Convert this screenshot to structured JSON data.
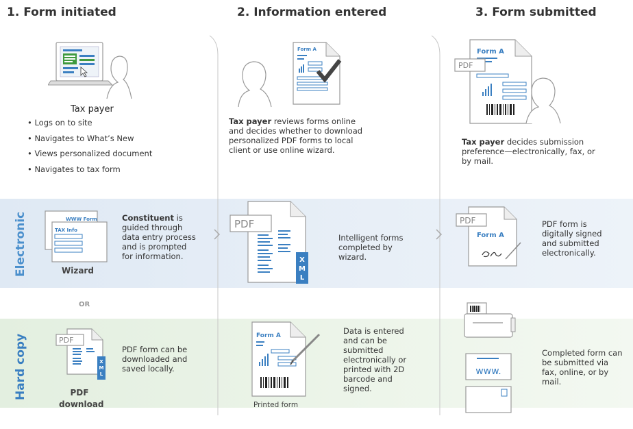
{
  "columns": [
    {
      "title": "1. Form initiated"
    },
    {
      "title": "2. Information entered"
    },
    {
      "title": "3. Form submitted"
    }
  ],
  "col1": {
    "actor": "Tax payer",
    "steps": [
      "Logs on to site",
      "Navigates to What’s New",
      "Views personalized document",
      "Navigates to tax form"
    ]
  },
  "col2": {
    "desc_bold": "Tax payer",
    "desc": "reviews forms online and decides whether to download personalized PDF forms to local client or use online wizard."
  },
  "col3": {
    "desc_bold": "Tax payer",
    "desc": "decides submission preference—electronically, fax, or by mail."
  },
  "rows": {
    "electronic": {
      "label": "Electronic",
      "wizard_label": "Wizard",
      "www_form": "WWW Form",
      "tax_info": "TAX Info",
      "c1_bold": "Constituent",
      "c1_text": "is guided through data entry process and is prompted for information.",
      "c2_text": "Intelligent forms completed by wizard.",
      "c3_text": "PDF form is digitally signed and submitted electronically."
    },
    "or": "OR",
    "hardcopy": {
      "label": "Hard copy",
      "pdf_download_label": "PDF download",
      "c1_text": "PDF form can be downloaded and saved locally.",
      "c2_text": "Data is entered and can be submitted electronically or printed with 2D barcode and signed.",
      "printed_form_label": "Printed form",
      "c3_text": "Completed form can be submitted via fax, online, or by mail.",
      "www_label": "www."
    }
  },
  "icons": {
    "pdf": "PDF",
    "form_a": "Form A",
    "xml": "XML"
  },
  "colors": {
    "accent_blue": "#3a7fc1",
    "electronic_label": "#4a8fcc",
    "hardcopy_label": "#3a7fc1",
    "green_band": "#e7f1e4",
    "blue_band": "#e2ebf5"
  }
}
